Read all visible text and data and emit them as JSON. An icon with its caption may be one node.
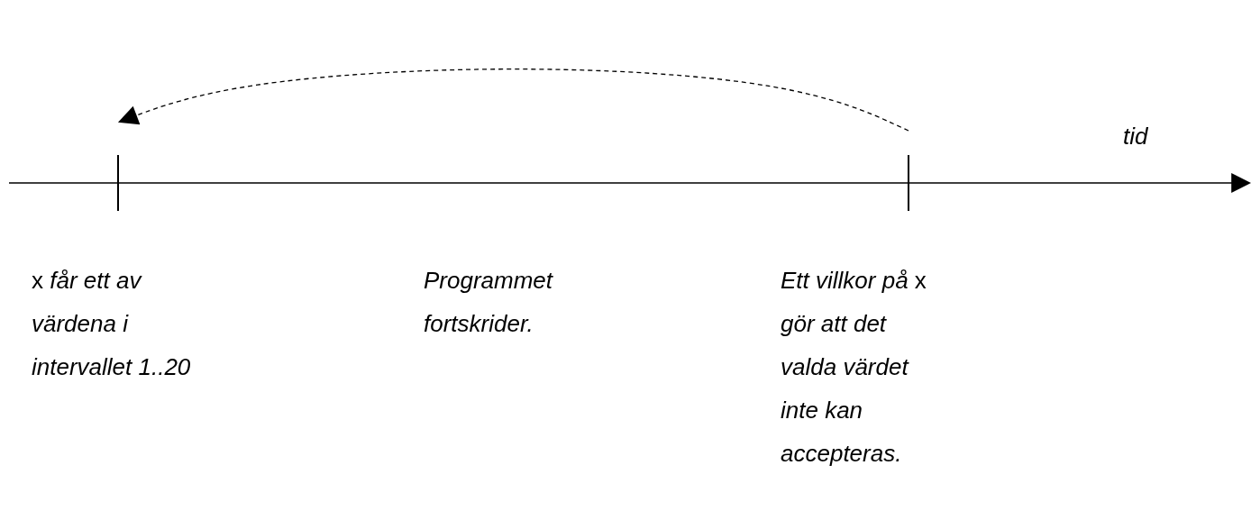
{
  "diagram": {
    "nodes": [
      {
        "text": [],
        "shape": "bar",
        "beside": [
          "x *får ett av värdena i intervallet 1..20*"
        ]
      },
      {
        "text": [],
        "shape": "bar",
        "beside": [
          "*Ett villkor på* x *gör att det valda värdet inte kan accepteras.*"
        ]
      }
    ],
    "edges": [
      {
        "from": 1,
        "to": 0,
        "arrow": "to",
        "style": "dashed"
      }
    ],
    "labels": [
      "tid",
      "Programmet fortskrider."
    ]
  }
}
